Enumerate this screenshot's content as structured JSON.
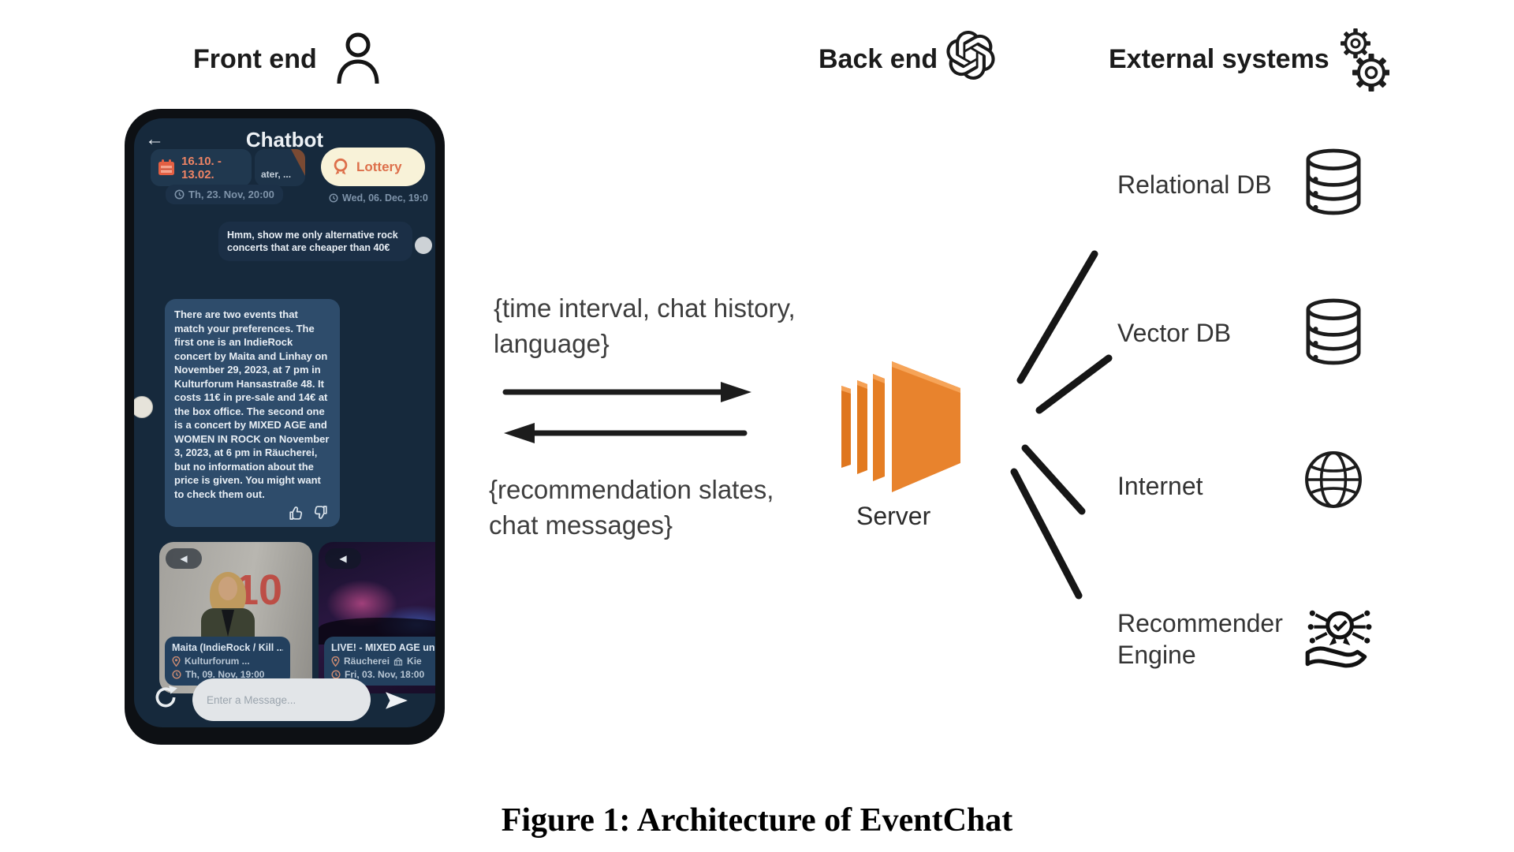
{
  "labels": {
    "front_end": "Front end",
    "back_end": "Back end",
    "external_systems": "External systems",
    "server": "Server",
    "request": "{time interval, chat history,\nlanguage}",
    "response": "{recommendation slates,\nchat messages}"
  },
  "external_items": [
    {
      "label": "Relational DB",
      "icon": "database-icon"
    },
    {
      "label": "Vector DB",
      "icon": "database-icon"
    },
    {
      "label": "Internet",
      "icon": "globe-icon"
    },
    {
      "label": "Recommender Engine",
      "icon": "recommender-engine-icon"
    }
  ],
  "phone": {
    "back_glyph": "←",
    "title": "Chatbot",
    "date_range": "16.10. -\n13.02.",
    "peek_card_text": "ater, ...",
    "peek_card_time": "Th, 23. Nov, 20:00",
    "lottery_label": "Lottery",
    "lottery_time": "Wed, 06. Dec, 19:0",
    "user_message": "Hmm, show me only alternative rock concerts that are cheaper than 40€",
    "bot_message": "There are two events that match your preferences. The first one is an IndieRock concert by Maita and Linhay on November 29, 2023, at 7 pm in Kulturforum Hansastraße 48. It costs 11€ in pre-sale and 14€ at the box office. The second one is a concert by MIXED AGE and WOMEN IN ROCK on November 3, 2023, at 6 pm in Räucherei, but no information about the price is given. You might want to check them out.",
    "cards": [
      {
        "title": "Maita (IndieRock / Kill ...",
        "location": "Kulturforum ...",
        "time": "Th, 09. Nov, 19:00",
        "art_text": "10",
        "share_glyph": "◀"
      },
      {
        "title": "LIVE! - MIXED AGE un",
        "location": "Räucherei",
        "location_extra": "Kie",
        "time": "Fri, 03. Nov, 18:00",
        "share_glyph": "◀"
      }
    ],
    "input_placeholder": "Enter a Message..."
  },
  "caption": "Figure 1: Architecture of EventChat",
  "colors": {
    "server_orange": "#E8832D",
    "screen_bg": "#16293C",
    "lottery_bg": "#F8F2D8",
    "lottery_text": "#DD6F4A",
    "date_text": "#EE8465",
    "line_black": "#1C1C1C"
  }
}
